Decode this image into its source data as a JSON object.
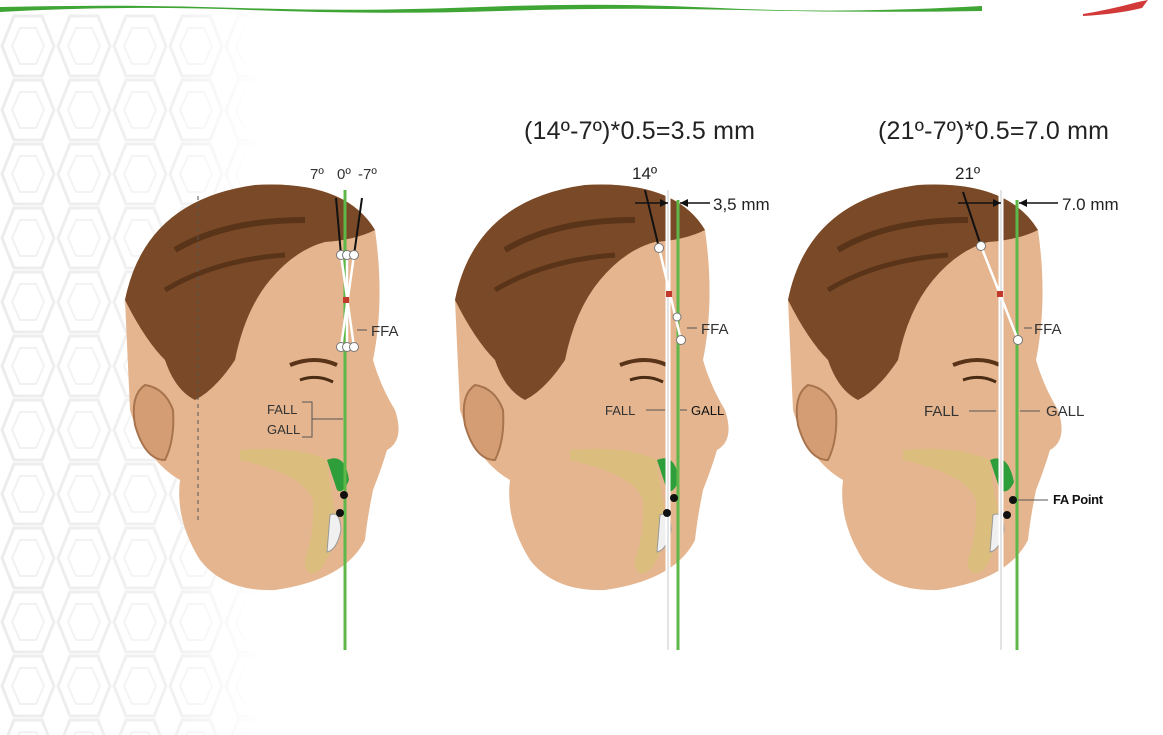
{
  "formulas": {
    "middle": "(14º-7º)*0.5=3.5 mm",
    "right": "(21º-7º)*0.5=7.0 mm"
  },
  "figure_left": {
    "angles": [
      "7º",
      "0º",
      "-7º"
    ],
    "ffa": "FFA",
    "fall": "FALL",
    "gall": "GALL"
  },
  "figure_middle": {
    "angle": "14º",
    "offset": "3,5 mm",
    "ffa": "FFA",
    "fall": "FALL",
    "gall": "GALL"
  },
  "figure_right": {
    "angle": "21º",
    "offset": "7.0 mm",
    "ffa": "FFA",
    "fall": "FALL",
    "gall": "GALL",
    "fa_point": "FA Point"
  },
  "colors": {
    "accent_green": "#3fa535",
    "reference_line": "#5db848",
    "skin": "#e4b58f",
    "hair": "#7a4a28",
    "bone": "#d9c07a",
    "marker_red": "#c0392b"
  }
}
